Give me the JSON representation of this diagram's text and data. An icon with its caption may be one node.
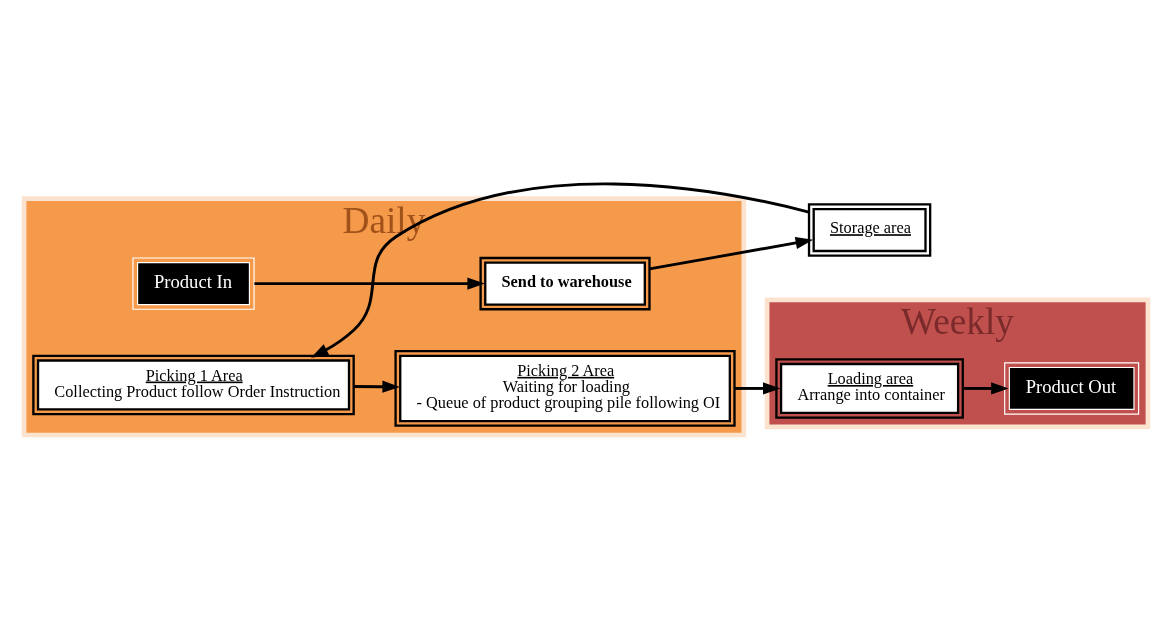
{
  "diagram": {
    "nodes": [
      {
        "text": [
          "Daily"
        ]
      },
      {
        "text": [
          "Weekly"
        ]
      },
      {
        "text": [
          "Product In"
        ],
        "in": 0
      },
      {
        "text": [
          "Send to warehouse"
        ],
        "in": 0
      },
      {
        "text": [
          "Storage area"
        ]
      },
      {
        "text": [
          "Picking 1 Area",
          "Collecting Product follow Order Instruction"
        ],
        "in": 0
      },
      {
        "text": [
          "Picking 2 Area",
          "Waiting for loading",
          "- Queue of product grouping pile following OI"
        ],
        "in": 0
      },
      {
        "text": [
          "Loading area",
          "Arrange into container"
        ],
        "in": 1
      },
      {
        "text": [
          "Product Out"
        ],
        "in": 1
      }
    ],
    "edges": [
      {
        "from": 2,
        "to": 3,
        "arrow": "to"
      },
      {
        "from": 3,
        "to": 4,
        "arrow": "to"
      },
      {
        "from": 4,
        "to": 5,
        "arrow": "to"
      },
      {
        "from": 5,
        "to": 6,
        "arrow": "to"
      },
      {
        "from": 6,
        "to": 7,
        "arrow": "to"
      },
      {
        "from": 7,
        "to": 8,
        "arrow": "to"
      }
    ]
  }
}
